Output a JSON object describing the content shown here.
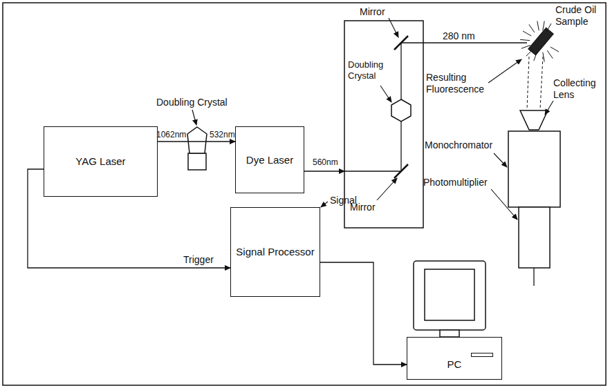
{
  "diagram": {
    "nodes": [
      {
        "text": [
          "YAG Laser"
        ]
      },
      {
        "text": [
          "Dye Laser"
        ]
      },
      {
        "text": [
          "Signal Processor"
        ]
      },
      {
        "text": [
          "PC"
        ]
      }
    ],
    "edges": [
      {
        "from": 0,
        "to": 1,
        "arrow": "to"
      },
      {
        "from": 0,
        "to": 2,
        "label": "Trigger",
        "arrow": "to"
      },
      {
        "from": 2,
        "to": 3,
        "arrow": "to"
      }
    ],
    "labels": [
      "Doubling Crystal",
      "1062nm",
      "532nm",
      "560nm",
      "Mirror",
      "Doubling Crystal",
      "Mirror",
      "280 nm",
      "Crude Oil Sample",
      "Resulting Fluorescence",
      "Collecting Lens",
      "Monochromator",
      "Photomultiplier",
      "Signal"
    ]
  }
}
